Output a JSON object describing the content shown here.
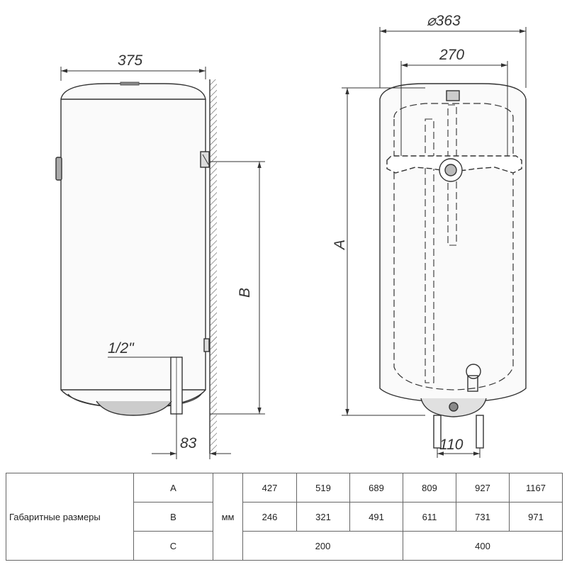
{
  "drawing": {
    "side_view": {
      "width_dim": "375",
      "pipe_size": "1/2\"",
      "height_dim_letter": "B",
      "pipe_offset_dim": "83"
    },
    "front_view": {
      "diameter_dim": "⌀363",
      "bracket_dim": "270",
      "height_dim_letter": "A",
      "pipe_spacing_dim": "110"
    }
  },
  "table": {
    "row_label": "Габаритные размеры",
    "unit": "мм",
    "rows": [
      {
        "param": "A",
        "values": [
          "427",
          "519",
          "689",
          "809",
          "927",
          "1167"
        ]
      },
      {
        "param": "B",
        "values": [
          "246",
          "321",
          "491",
          "611",
          "731",
          "971"
        ]
      },
      {
        "param": "C",
        "values": [
          "200",
          "400"
        ]
      }
    ]
  }
}
